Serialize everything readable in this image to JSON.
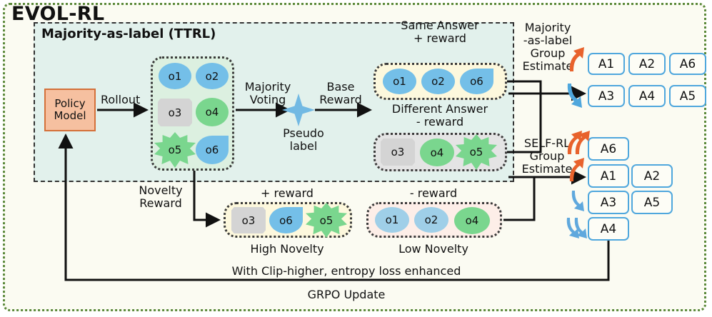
{
  "figure": {
    "title": "EVOL-RL",
    "outer_border_color": "#5c8a3c",
    "background_color": "#fbfbf2"
  },
  "ttrl_panel": {
    "title": "Majority-as-label (TTRL)",
    "background_color": "#e2f1ec"
  },
  "policy_model": {
    "line1": "Policy",
    "line2": "Model",
    "fill_color": "#f6c0a0",
    "border_color": "#d4703a"
  },
  "edges": {
    "rollout": "Rollout",
    "majority_voting_l1": "Majority",
    "majority_voting_l2": "Voting",
    "base_reward_l1": "Base",
    "base_reward_l2": "Reward",
    "pseudo_label_l1": "Pseudo",
    "pseudo_label_l2": "label",
    "novelty_reward_l1": "Novelty",
    "novelty_reward_l2": "Reward",
    "clip_higher": "With Clip-higher, entropy loss enhanced",
    "grpo_update": "GRPO Update"
  },
  "rollout_group": {
    "background_color": "#dcf0e0",
    "tokens": [
      {
        "label": "o1",
        "shape": "ellipse",
        "color": "#74bfe8"
      },
      {
        "label": "o2",
        "shape": "ellipse",
        "color": "#74bfe8"
      },
      {
        "label": "o3",
        "shape": "ticket",
        "color": "#d4d4d4"
      },
      {
        "label": "o4",
        "shape": "ellipse",
        "color": "#7ad68e"
      },
      {
        "label": "o5",
        "shape": "star",
        "color": "#7ad68e"
      },
      {
        "label": "o6",
        "shape": "teardrop",
        "color": "#74bfe8"
      }
    ]
  },
  "same_answer": {
    "heading_l1": "Same Answer",
    "heading_l2": "+ reward",
    "background_color": "#fdf8dd",
    "tokens": [
      {
        "label": "o1",
        "shape": "ellipse",
        "color": "#74bfe8"
      },
      {
        "label": "o2",
        "shape": "ellipse",
        "color": "#74bfe8"
      },
      {
        "label": "o6",
        "shape": "teardrop",
        "color": "#74bfe8"
      }
    ]
  },
  "different_answer": {
    "heading_l1": "Different Answer",
    "heading_l2": "- reward",
    "background_color": "#e4e4e4",
    "tokens": [
      {
        "label": "o3",
        "shape": "ticket",
        "color": "#d4d4d4"
      },
      {
        "label": "o4",
        "shape": "ellipse",
        "color": "#7ad68e"
      },
      {
        "label": "o5",
        "shape": "star",
        "color": "#7ad68e"
      }
    ]
  },
  "high_novelty": {
    "heading": "+ reward",
    "caption": "High Novelty",
    "background_color": "#fdf8dd",
    "tokens": [
      {
        "label": "o3",
        "shape": "ticket",
        "color": "#d4d4d4"
      },
      {
        "label": "o6",
        "shape": "teardrop",
        "color": "#74bfe8"
      },
      {
        "label": "o5",
        "shape": "star",
        "color": "#7ad68e"
      }
    ]
  },
  "low_novelty": {
    "heading": "- reward",
    "caption": "Low Novelty",
    "background_color": "#fdeee8",
    "tokens": [
      {
        "label": "o1",
        "shape": "ellipse",
        "color": "#9fcfe8"
      },
      {
        "label": "o2",
        "shape": "ellipse",
        "color": "#9fcfe8"
      },
      {
        "label": "o4",
        "shape": "ellipse",
        "color": "#7ad68e"
      }
    ]
  },
  "majority_estimate": {
    "label_l1": "Majority",
    "label_l2": "-as-label",
    "label_l3": "Group",
    "label_l4": "Estimate",
    "rows": [
      {
        "arrow": "up-single",
        "arrow_color": "#e8622c",
        "items": [
          "A1",
          "A2",
          "A6"
        ]
      },
      {
        "arrow": "down-single",
        "arrow_color": "#4fa7dd",
        "items": [
          "A3",
          "A4",
          "A5"
        ]
      }
    ]
  },
  "self_rl_estimate": {
    "label_l1": "SELF-RL",
    "label_l2": "Group",
    "label_l3": "Estimate",
    "rows": [
      {
        "arrow": "up-double",
        "arrow_color": "#e8622c",
        "items": [
          "A6"
        ]
      },
      {
        "arrow": "up-single",
        "arrow_color": "#e8622c",
        "items": [
          "A1",
          "A2"
        ]
      },
      {
        "arrow": "down-single",
        "arrow_color": "#4fa7dd",
        "items": [
          "A3",
          "A5"
        ]
      },
      {
        "arrow": "down-double",
        "arrow_color": "#4fa7dd",
        "items": [
          "A4"
        ]
      }
    ]
  }
}
